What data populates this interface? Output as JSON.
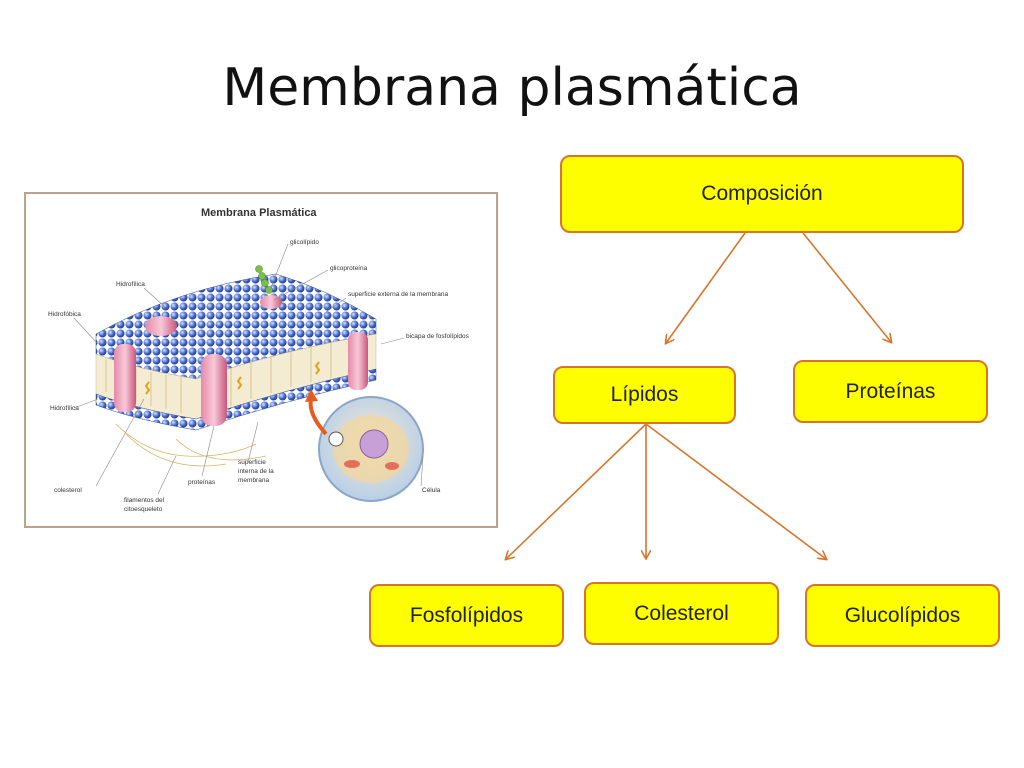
{
  "slide": {
    "title": "Membrana plasmática"
  },
  "figure": {
    "title": "Membrana Plasmática",
    "labels": {
      "glicolipido": "glicolípido",
      "glicoproteina": "glicoproteína",
      "hidrofilica_top": "Hidrofílica",
      "superficie_externa": "superficie externa de la membrana",
      "hidrofobica": "Hidrofóbica",
      "bicapa": "bicapa de fosfolípidos",
      "hidrofilica_bottom": "Hidrofílica",
      "colesterol": "colesterol",
      "proteinas": "proteínas",
      "superficie_interna_1": "superficie",
      "superficie_interna_2": "interna de la",
      "superficie_interna_3": "membrana",
      "filamentos_1": "filamentos del",
      "filamentos_2": "citoesqueleto",
      "celula": "Célula"
    }
  },
  "concept_map": {
    "root": "Composición",
    "lipidos": "Lípidos",
    "proteinas": "Proteínas",
    "fosfolipidos": "Fosfolípidos",
    "colesterol": "Colesterol",
    "glucolipidos": "Glucolípidos"
  },
  "colors": {
    "node_fill": "#fefe00",
    "node_border": "#d9752b",
    "arrow": "#d9752b"
  }
}
